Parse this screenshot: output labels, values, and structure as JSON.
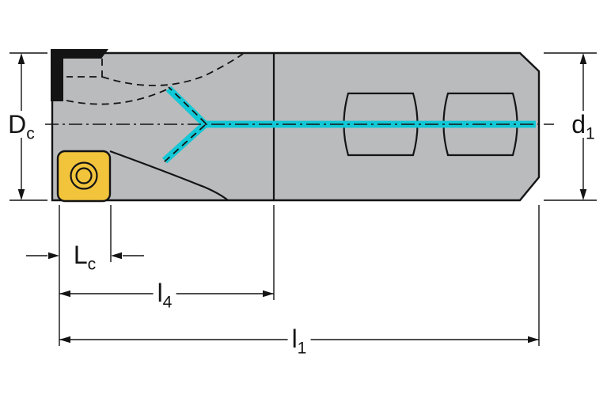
{
  "drawing": {
    "labels": {
      "dc": {
        "main": "D",
        "sub": "c"
      },
      "d1": {
        "main": "d",
        "sub": "1"
      },
      "lc": {
        "main": "L",
        "sub": "c"
      },
      "l4": {
        "main": "l",
        "sub": "4"
      },
      "l1": {
        "main": "l",
        "sub": "1"
      }
    },
    "colors": {
      "background": "#ffffff",
      "body": "#b9bbbd",
      "outline": "#141414",
      "insert": "#f2c43c",
      "screw_ring": "#d6d8d9",
      "screw_hole": "#ffffff",
      "coolant": "#12c8d6"
    }
  }
}
